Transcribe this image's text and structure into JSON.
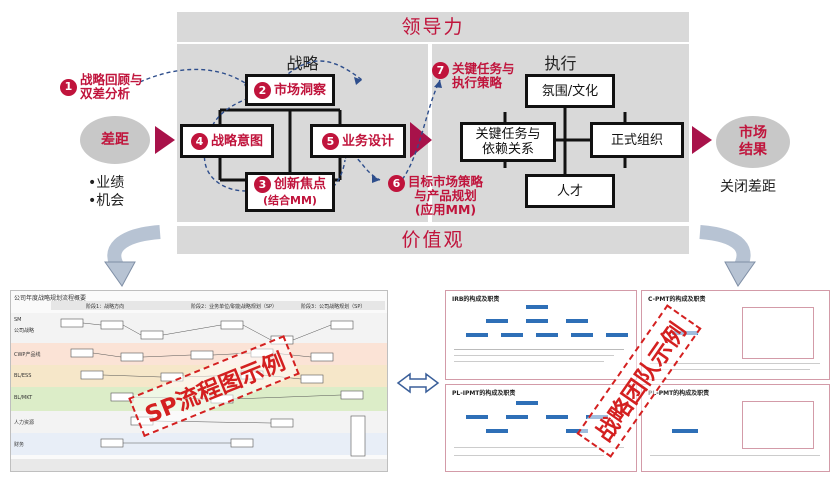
{
  "header": {
    "leadership": "领导力",
    "values": "价值观"
  },
  "sections": {
    "strategy": "战略",
    "execution": "执行"
  },
  "left": {
    "gap": "差距",
    "bullets": [
      "•业绩",
      "•机会"
    ]
  },
  "right": {
    "market_result": "市场\n结果",
    "close_gap": "关闭差距"
  },
  "strategy_boxes": {
    "market_insight": "市场洞察",
    "strategic_intent": "战略意图",
    "business_design": "业务设计",
    "innovation": "创新焦点"
  },
  "numbered": [
    {
      "n": "1",
      "text": "战略回顾与\n双差分析"
    },
    {
      "n": "2",
      "text": ""
    },
    {
      "n": "3",
      "text": "(结合MM)"
    },
    {
      "n": "4",
      "text": ""
    },
    {
      "n": "5",
      "text": ""
    },
    {
      "n": "6",
      "text": "目标市场策略\n与产品规划\n(应用MM)"
    },
    {
      "n": "7",
      "text": "关键任务与\n执行策略"
    }
  ],
  "execution_boxes": {
    "climate": "氛围/文化",
    "key_tasks": "关键任务与\n依赖关系",
    "formal_org": "正式组织",
    "talent": "人才"
  },
  "examples": {
    "sp_flow": "SP流程图示例",
    "team": "战略团队示例"
  },
  "thumb_left": {
    "title": "公司年度战略规划流程概要",
    "stage1": "阶段1：战略方向",
    "stage2": "阶段2：业务单位/职能战略规划（SP）",
    "stage3": "阶段3：公司战略规划（SP）",
    "rows": [
      "SM",
      "公司战略",
      "CWP产品线",
      "BL/ESS",
      "BL/MKT",
      "人力资源",
      "财务"
    ]
  },
  "thumb_right": {
    "panels": [
      "IRB的构成及职责",
      "C-PMT的构成及职责",
      "PL-IPMT的构成及职责",
      "PL-PMT的构成及职责"
    ]
  },
  "colors": {
    "accent": "#c0143c",
    "band": "#d9d9d9",
    "arrow_blue": "#2e4e8c"
  }
}
